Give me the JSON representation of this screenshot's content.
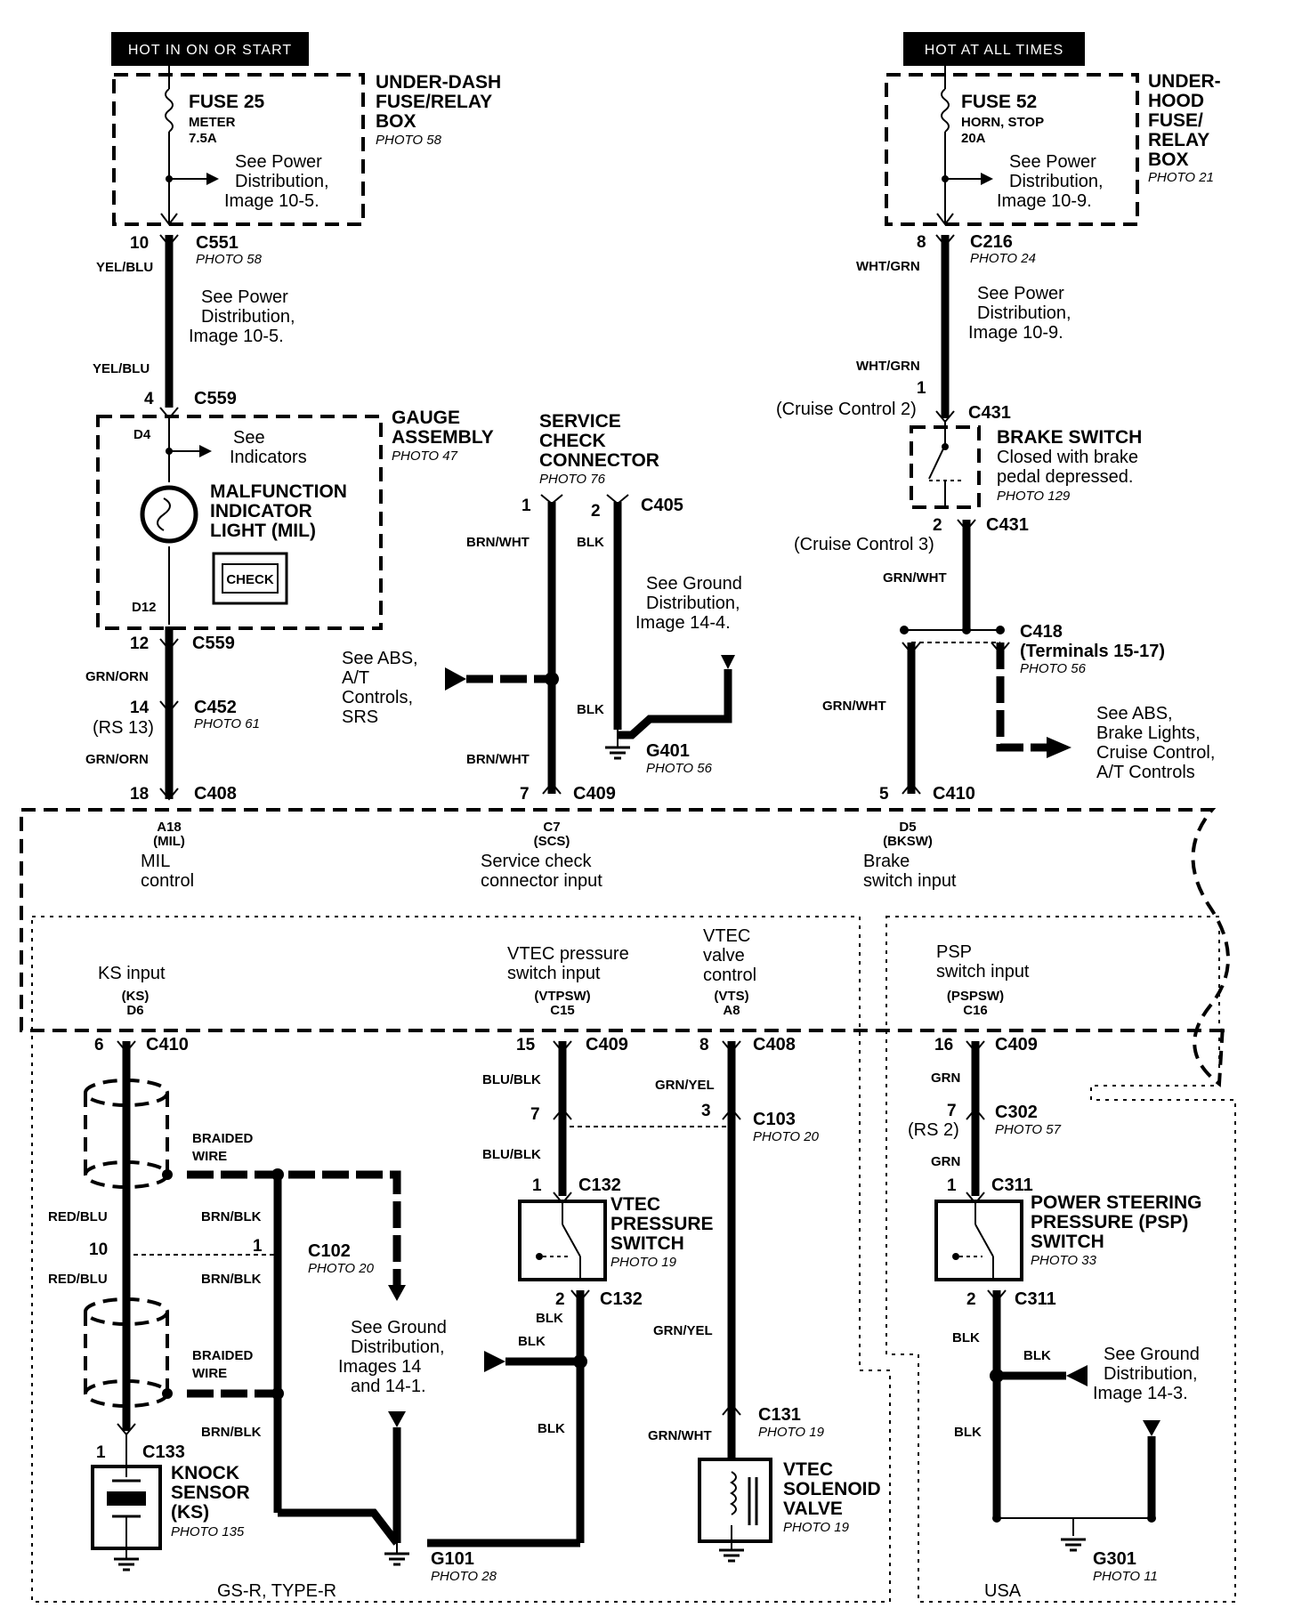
{
  "headers": {
    "left": "HOT IN ON OR START",
    "right": "HOT AT ALL TIMES"
  },
  "under_dash_box": {
    "title_lines": [
      "UNDER-DASH",
      "FUSE/RELAY",
      "BOX"
    ],
    "photo": "PHOTO 58",
    "fuse": "FUSE 25",
    "fuse_name": "METER",
    "fuse_rating": "7.5A",
    "see_lines": [
      "See Power",
      "Distribution,",
      "Image 10-5."
    ]
  },
  "under_hood_box": {
    "title_lines": [
      "UNDER-",
      "HOOD",
      "FUSE/",
      "RELAY",
      "BOX"
    ],
    "photo": "PHOTO 21",
    "fuse": "FUSE 52",
    "fuse_name": "HORN, STOP",
    "fuse_rating": "20A",
    "see_lines": [
      "See Power",
      "Distribution,",
      "Image 10-9."
    ]
  },
  "left_chain": {
    "c551": "C551",
    "c551_pin": "10",
    "c551_photo": "PHOTO 58",
    "wire1": "YEL/BLU",
    "wire2": "YEL/BLU",
    "see_lines": [
      "See Power",
      "Distribution,",
      "Image 10-5."
    ],
    "c559_top": "C559",
    "c559_top_pin": "4",
    "c559_bot": "C559",
    "c559_bot_pin": "12",
    "wire3": "GRN/ORN",
    "c452": "C452",
    "c452_pin": "14",
    "c452_note": "(RS 13)",
    "c452_photo": "PHOTO 61",
    "wire4": "GRN/ORN",
    "c408": "C408",
    "c408_pin": "18"
  },
  "gauge": {
    "title_lines": [
      "GAUGE",
      "ASSEMBLY"
    ],
    "photo": "PHOTO 47",
    "d4": "D4",
    "d12": "D12",
    "see_lines": [
      "See",
      "Indicators"
    ],
    "mil_lines": [
      "MALFUNCTION",
      "INDICATOR",
      "LIGHT (MIL)"
    ],
    "check": "CHECK"
  },
  "scs": {
    "title_lines": [
      "SERVICE",
      "CHECK",
      "CONNECTOR"
    ],
    "photo": "PHOTO 76",
    "pin1": "1",
    "pin2": "2",
    "conn": "C405",
    "wire_left": "BRN/WHT",
    "wire_left2": "BRN/WHT",
    "wire_right": "BLK",
    "wire_right2": "BLK",
    "see_ground": [
      "See Ground",
      "Distribution,",
      "Image 14-4."
    ],
    "see_abs": [
      "See ABS,",
      "A/T",
      "Controls,",
      "SRS"
    ],
    "g401": "G401",
    "g401_photo": "PHOTO 56",
    "c409": "C409",
    "c409_pin": "7"
  },
  "brake": {
    "c216": "C216",
    "c216_pin": "8",
    "c216_photo": "PHOTO 24",
    "wire1": "WHT/GRN",
    "wire2": "WHT/GRN",
    "see_lines": [
      "See Power",
      "Distribution,",
      "Image 10-9."
    ],
    "cc2": "(Cruise Control 2)",
    "pin1": "1",
    "c431_top": "C431",
    "title": "BRAKE SWITCH",
    "desc_lines": [
      "Closed with brake",
      "pedal depressed."
    ],
    "photo": "PHOTO 129",
    "cc3": "(Cruise Control 3)",
    "pin2": "2",
    "c431_bot": "C431",
    "wire3": "GRN/WHT",
    "wire4": "GRN/WHT",
    "c418": "C418",
    "c418_note": "(Terminals 15-17)",
    "c418_photo": "PHOTO 56",
    "see_abs": [
      "See ABS,",
      "Brake Lights,",
      "Cruise Control,",
      "A/T Controls"
    ],
    "c410": "C410",
    "c410_pin": "5"
  },
  "ecm": {
    "mil_pin": "A18",
    "mil_code": "(MIL)",
    "mil_lines": [
      "MIL",
      "control"
    ],
    "scs_pin": "C7",
    "scs_code": "(SCS)",
    "scs_lines": [
      "Service check",
      "connector input"
    ],
    "bksw_pin": "D5",
    "bksw_code": "(BKSW)",
    "bksw_lines": [
      "Brake",
      "switch input"
    ],
    "ks_lines": [
      "KS input"
    ],
    "ks_code": "(KS)",
    "ks_pin": "D6",
    "vtpsw_lines": [
      "VTEC pressure",
      "switch input"
    ],
    "vtpsw_code": "(VTPSW)",
    "vtpsw_pin": "C15",
    "vts_lines": [
      "VTEC",
      "valve",
      "control"
    ],
    "vts_code": "(VTS)",
    "vts_pin": "A8",
    "pspsw_lines": [
      "PSP",
      "switch input"
    ],
    "pspsw_code": "(PSPSW)",
    "pspsw_pin": "C16"
  },
  "knock": {
    "c410": "C410",
    "c410_pin": "6",
    "braided1": [
      "BRAIDED",
      "WIRE"
    ],
    "braided2": [
      "BRAIDED",
      "WIRE"
    ],
    "wire_red1": "RED/BLU",
    "wire_red2": "RED/BLU",
    "wire_brn1": "BRN/BLK",
    "wire_brn2": "BRN/BLK",
    "wire_brn3": "BRN/BLK",
    "pin10": "10",
    "pin1": "1",
    "c102": "C102",
    "c102_photo": "PHOTO 20",
    "see_ground": [
      "See Ground",
      "Distribution,",
      "Images 14",
      "and 14-1."
    ],
    "c133": "C133",
    "c133_pin": "1",
    "title_lines": [
      "KNOCK",
      "SENSOR",
      "(KS)"
    ],
    "photo": "PHOTO 135",
    "g101": "G101",
    "g101_photo": "PHOTO 28",
    "region": "GS-R, TYPE-R"
  },
  "vtec_ps": {
    "c409": "C409",
    "c409_pin": "15",
    "wire1": "BLU/BLK",
    "wire2": "BLU/BLK",
    "pin7": "7",
    "c132_top": "C132",
    "c132_top_pin": "1",
    "title_lines": [
      "VTEC",
      "PRESSURE",
      "SWITCH"
    ],
    "photo": "PHOTO 19",
    "c132_bot": "C132",
    "c132_bot_pin": "2",
    "wire_blk1": "BLK",
    "wire_blk2": "BLK",
    "wire_blk3": "BLK"
  },
  "vtec_sv": {
    "c408": "C408",
    "c408_pin": "8",
    "wire1": "GRN/YEL",
    "wire2": "GRN/YEL",
    "wire3": "GRN/WHT",
    "c103": "C103",
    "c103_pin": "3",
    "c103_photo": "PHOTO 20",
    "c131": "C131",
    "c131_photo": "PHOTO 19",
    "title_lines": [
      "VTEC",
      "SOLENOID",
      "VALVE"
    ],
    "photo": "PHOTO 19"
  },
  "psp": {
    "c409": "C409",
    "c409_pin": "16",
    "wire1": "GRN",
    "wire2": "GRN",
    "c302": "C302",
    "c302_pin": "7",
    "c302_note": "(RS 2)",
    "c302_photo": "PHOTO 57",
    "c311_top": "C311",
    "c311_top_pin": "1",
    "title_lines": [
      "POWER STEERING",
      "PRESSURE (PSP)",
      "SWITCH"
    ],
    "photo": "PHOTO 33",
    "c311_bot": "C311",
    "c311_bot_pin": "2",
    "wire_blk1": "BLK",
    "wire_blk2": "BLK",
    "wire_blk3": "BLK",
    "see_ground": [
      "See Ground",
      "Distribution,",
      "Image 14-3."
    ],
    "g301": "G301",
    "g301_photo": "PHOTO 11",
    "region": "USA"
  }
}
